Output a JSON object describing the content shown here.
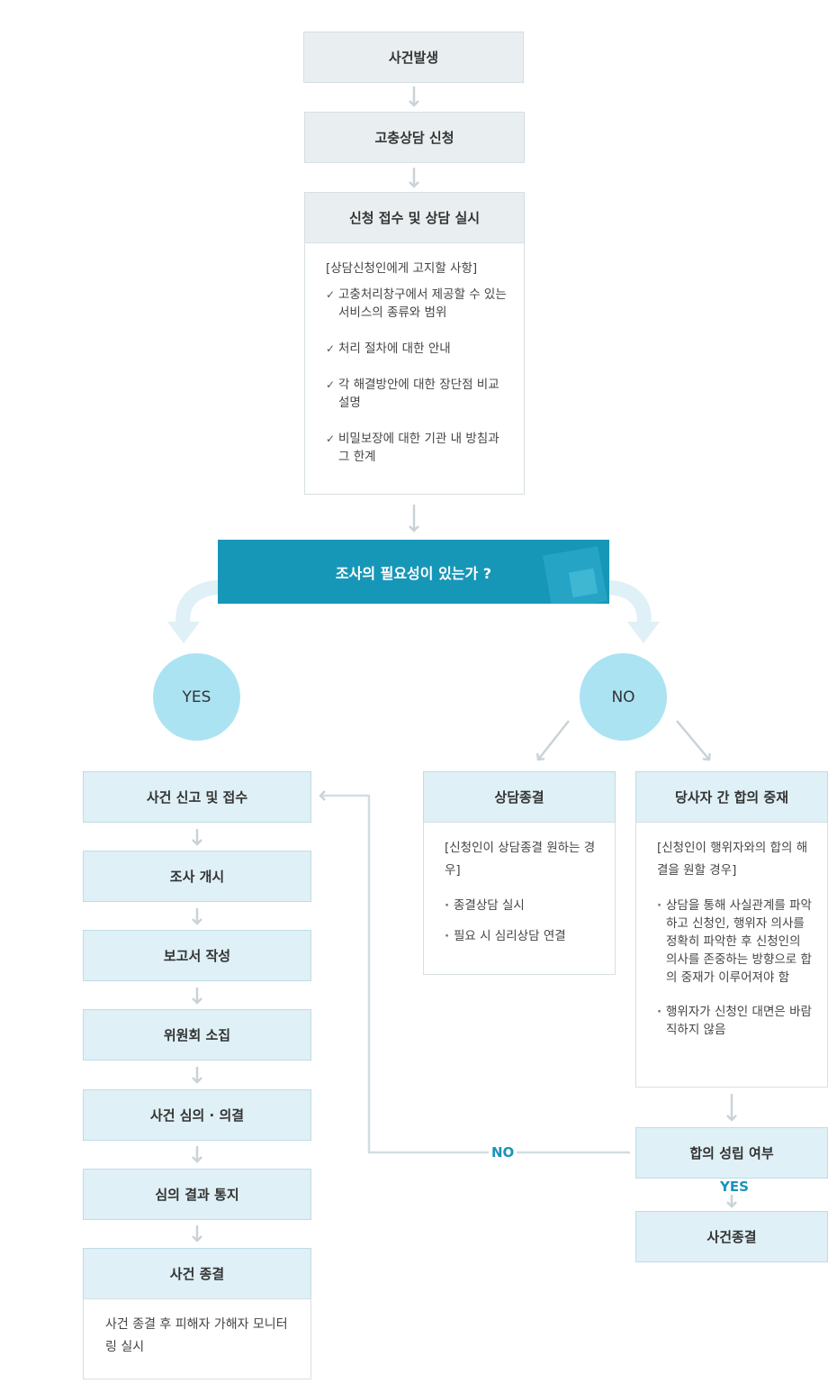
{
  "flow": {
    "step1": "사건발생",
    "step2": "고충상담 신청",
    "step3": "신청 접수 및 상담 실시",
    "notice": {
      "title": "[상담신청인에게 고지할 사항]",
      "items": [
        "고충처리창구에서 제공할 수 있는 서비스의 종류와 범위",
        "처리 절차에 대한 안내",
        "각 해결방안에 대한 장단점 비교 설명",
        "비밀보장에 대한 기관 내 방침과 그 한계"
      ]
    },
    "question": "조사의 필요성이 있는가 ?",
    "yes_label": "YES",
    "no_label": "NO",
    "yes_branch": {
      "steps": [
        "사건 신고 및 접수",
        "조사 개시",
        "보고서 작성",
        "위원회 소집",
        "사건 심의 · 의결",
        "심의 결과 통지",
        "사건 종결"
      ],
      "final_note": "사건 종결 후 피해자  가해자 모니터링 실시"
    },
    "no_branch": {
      "counsel_end": {
        "title": "상담종결",
        "condition": "[신청인이 상담종결 원하는 경우]",
        "items": [
          "종결상담 실시",
          "필요 시 심리상담 연결"
        ]
      },
      "mediation": {
        "title": "당사자 간 합의 중재",
        "condition": "[신청인이 행위자와의 합의 해결을 원할 경우]",
        "items": [
          "상담을 통해 사실관계를 파악하고 신청인, 행위자 의사를 정확히 파악한 후 신청인의 의사를 존중하는 방향으로 합의 중재가 이루어져야 함",
          "행위자가 신청인 대면은 바람직하지 않음"
        ]
      },
      "agreement": "합의 성립 여부",
      "agreement_no": "NO",
      "agreement_yes": "YES",
      "case_closed": "사건종결"
    }
  },
  "colors": {
    "primary": "#1797b8",
    "circle": "#abe3f3",
    "box_blue": "#dff0f6",
    "box_gray": "#e9eef0",
    "arrow": "#c9d3d7",
    "link_label": "#1a93b8"
  }
}
